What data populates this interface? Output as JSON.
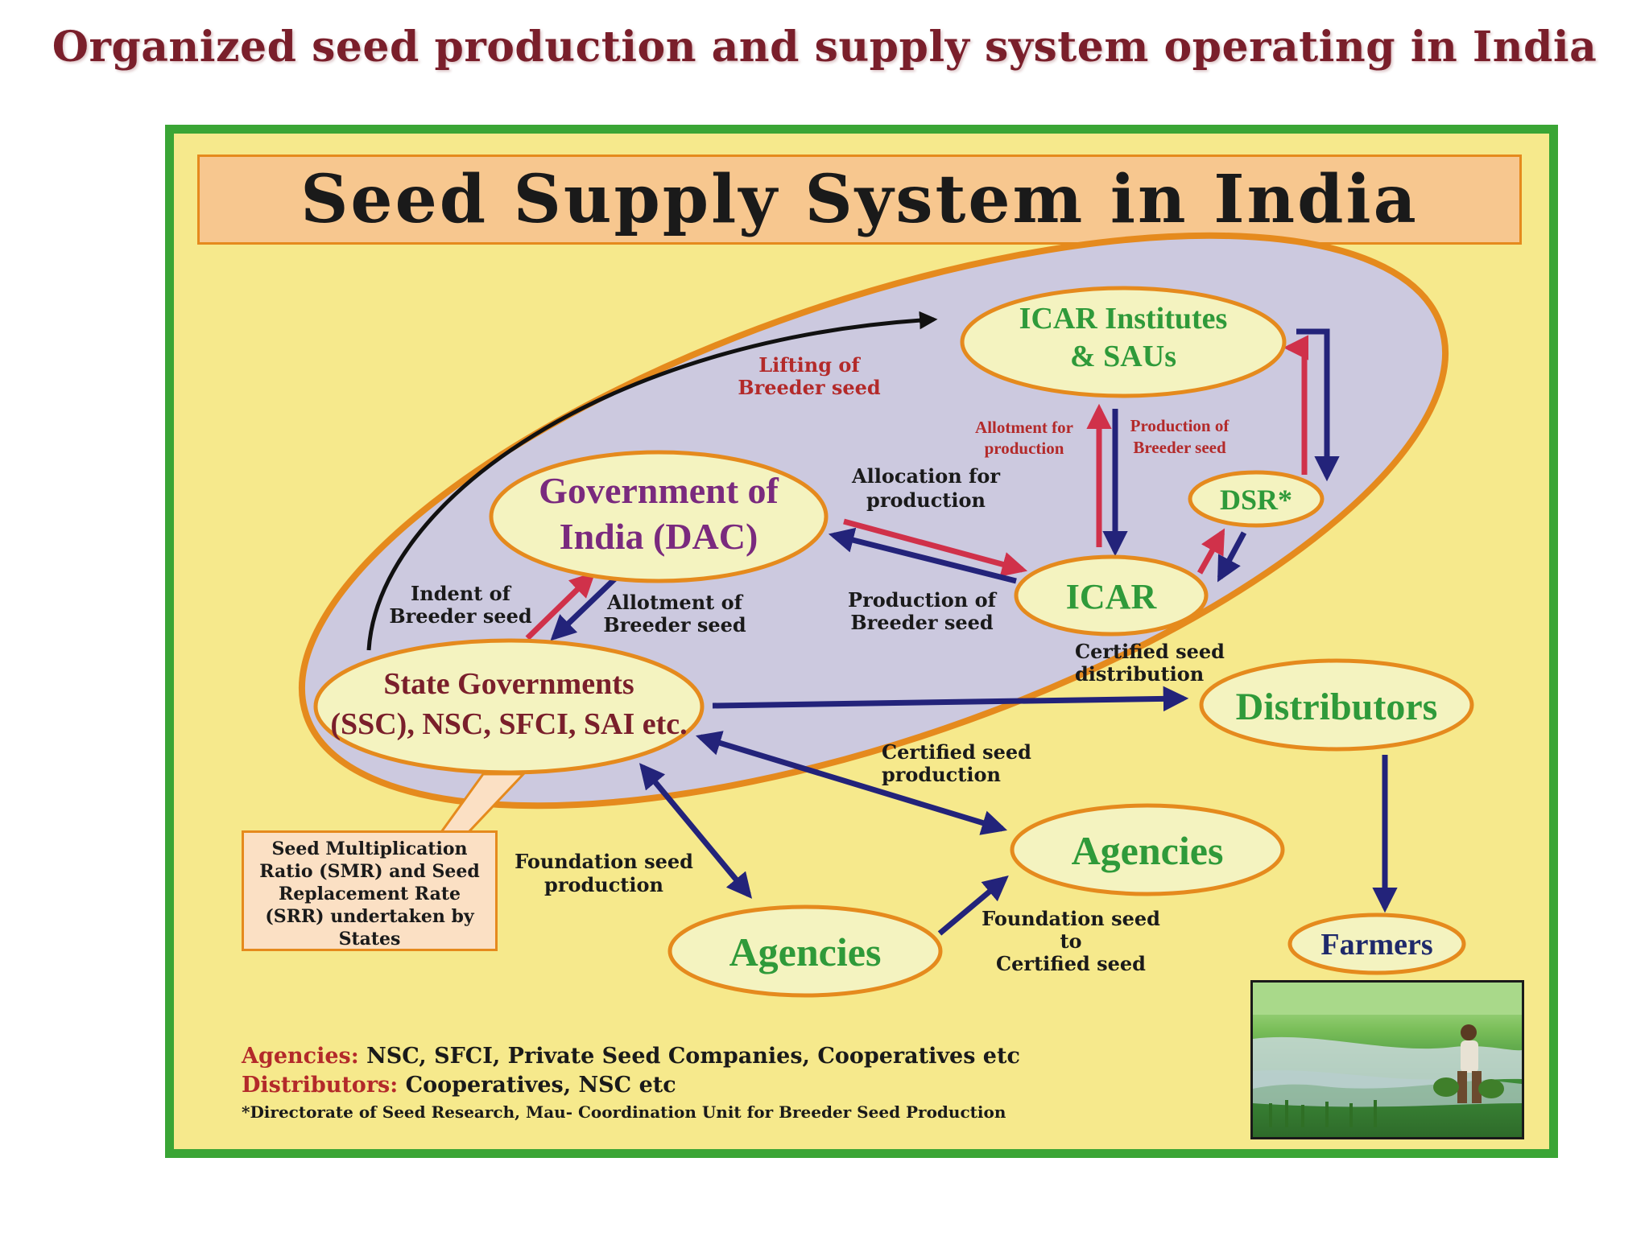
{
  "page_title": "Organized seed production and supply system operating in India",
  "banner_title": "Seed Supply System in India",
  "nodes": {
    "icar_institutes": [
      "ICAR Institutes",
      "& SAUs"
    ],
    "gov_india": [
      "Government of",
      "India (DAC)"
    ],
    "dsr": "DSR*",
    "icar": "ICAR",
    "state_govts": [
      "State Governments",
      "(SSC), NSC, SFCI, SAI etc."
    ],
    "distributors": "Distributors",
    "agencies_right": "Agencies",
    "agencies_bottom": "Agencies",
    "farmers": "Farmers"
  },
  "edge_labels": {
    "lifting": [
      "Lifting of",
      "Breeder seed"
    ],
    "allotment_for_production": [
      "Allotment for",
      "production"
    ],
    "production_of_breeder_seed_small": [
      "Production of",
      "Breeder seed"
    ],
    "allocation_for_production": [
      "Allocation for",
      "production"
    ],
    "indent": [
      "Indent of",
      "Breeder seed"
    ],
    "allotment_breeder": [
      "Allotment of",
      "Breeder seed"
    ],
    "production_breeder": [
      "Production of",
      "Breeder seed"
    ],
    "certified_distribution": [
      "Certified seed",
      "distribution"
    ],
    "certified_production": [
      "Certified seed",
      "production"
    ],
    "foundation_production": [
      "Foundation seed",
      "production"
    ],
    "foundation_to_certified": [
      "Foundation seed",
      "to",
      "Certified seed"
    ]
  },
  "smr_note": [
    "Seed Multiplication",
    "Ratio (SMR) and Seed",
    "Replacement Rate",
    "(SRR) undertaken by",
    "States"
  ],
  "footer": {
    "agencies_key": "Agencies:",
    "agencies_value": " NSC, SFCI, Private Seed Companies, Cooperatives etc",
    "distributors_key": "Distributors:",
    "distributors_value": " Cooperatives, NSC etc",
    "footnote": "*Directorate of Seed Research, Mau- Coordination Unit for Breeder Seed Production"
  },
  "colors": {
    "green_border": "#3aa535",
    "background": "#f6e98c",
    "big_ellipse_fill": "#ccc9df",
    "big_ellipse_stroke": "#e58a1d",
    "node_fill": "#f4f3c0",
    "node_stroke": "#e58a1d",
    "arrow_red": "#d0314a",
    "arrow_blue": "#23237a",
    "text_green": "#2f9a3a",
    "text_purple": "#7a2a7e",
    "text_maroon": "#7a1f2b",
    "text_navy": "#1f2a6b"
  }
}
